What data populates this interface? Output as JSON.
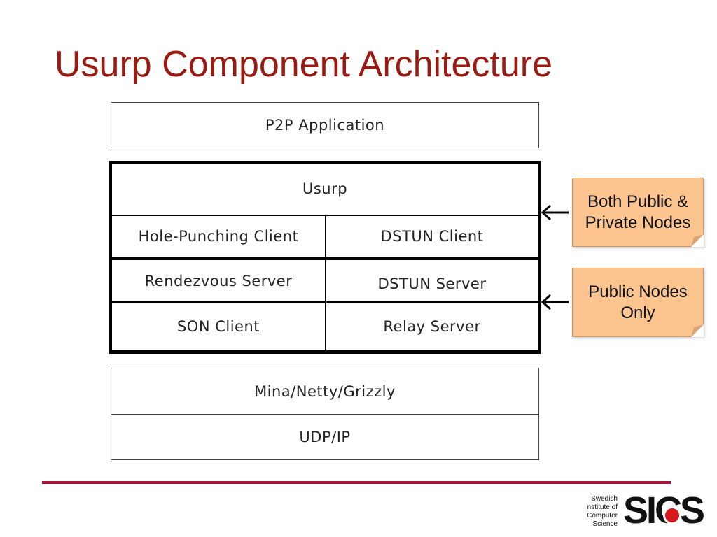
{
  "title": "Usurp Component Architecture",
  "layers": {
    "p2p_application": "P2P Application",
    "usurp": "Usurp",
    "hole_punching_client": "Hole-Punching Client",
    "dstun_client": "DSTUN Client",
    "rendezvous_server": "Rendezvous Server",
    "dstun_server": "DSTUN Server",
    "son_client": "SON Client",
    "relay_server": "Relay Server",
    "transport": "Mina/Netty/Grizzly",
    "network": "UDP/IP"
  },
  "callouts": {
    "both_nodes": "Both Public & Private Nodes",
    "public_nodes": "Public Nodes Only"
  },
  "logo": {
    "caption_lines": [
      "Swedish",
      "nstitute of",
      "Computer",
      "Science"
    ],
    "wordmark": "SICS",
    "accent_color": "#d7191c"
  },
  "colors": {
    "title": "#9a1b12",
    "callout_fill": "#fbc48f",
    "footer_line": "#a3163a"
  }
}
